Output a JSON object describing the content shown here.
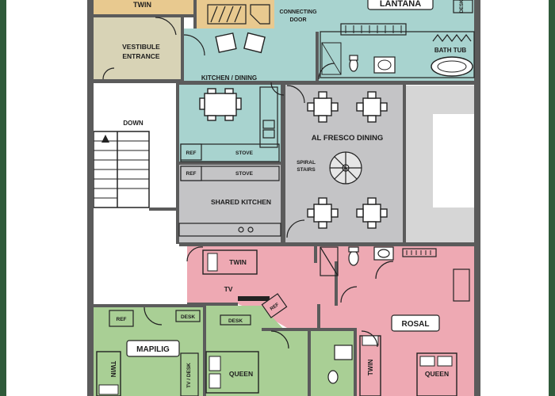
{
  "colors": {
    "border": "#2f5a3a",
    "white": "#ffffff",
    "tan": "#e8c98f",
    "beige": "#d8d3b6",
    "teal": "#a8d3cf",
    "gray": "#c4c4c6",
    "pink": "#eea9b3",
    "green": "#a9cf95",
    "wall": "#5b5b5b"
  },
  "rooms": {
    "twin_top": "TWIN",
    "lantana": "LANTANA",
    "desk_top": "DESK",
    "connecting_door": [
      "CONNECTING",
      "DOOR"
    ],
    "vestibule": [
      "VESTIBULE",
      "ENTRANCE"
    ],
    "bath_tub": "BATH TUB",
    "kitchen_dining": "KITCHEN / DINING",
    "down": "DOWN",
    "al_fresco": "AL FRESCO DINING",
    "spiral_stairs": [
      "SPIRAL",
      "STAIRS"
    ],
    "ref_1": "REF",
    "stove_1": "STOVE",
    "ref_2": "REF",
    "stove_2": "STOVE",
    "shared_kitchen": "SHARED KITCHEN",
    "twin_mid": "TWIN",
    "tv_mid": "TV",
    "ref_mid": "REF",
    "rosal": "ROSAL",
    "ref_green": "REF",
    "desk_green": "DESK",
    "mapilig": "MAPILIG",
    "twin_green": "TWIN",
    "tv_desk": "TV / DESK",
    "queen_green": "QUEEN",
    "twin_pink": "TWIN",
    "queen_pink": "QUEEN"
  }
}
